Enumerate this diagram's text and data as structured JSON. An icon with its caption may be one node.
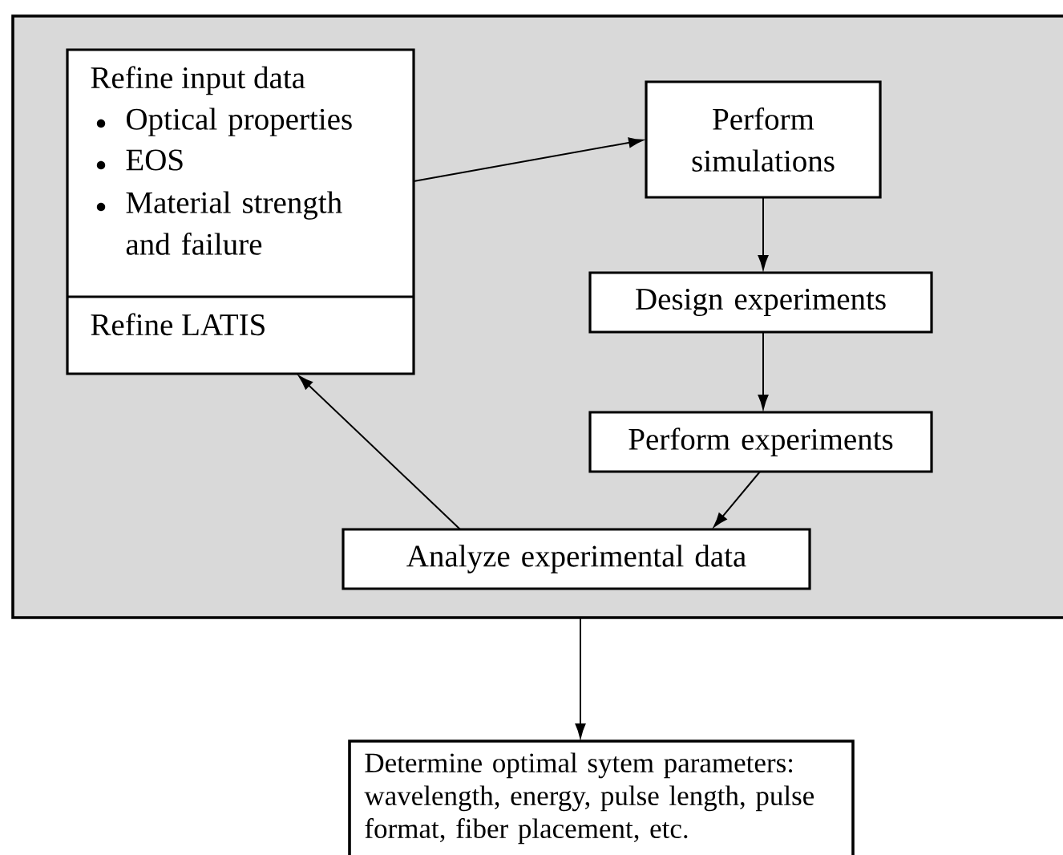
{
  "diagram": {
    "nodes": [
      {
        "text": [],
        "shape": "box"
      },
      {
        "text": [
          "Refine input data",
          "Optical properties",
          "EOS",
          "Material strength and failure",
          "Refine LATIS"
        ],
        "in": 0
      },
      {
        "text": [
          "Perform simulations"
        ],
        "in": 0
      },
      {
        "text": [
          "Design experiments"
        ],
        "in": 0
      },
      {
        "text": [
          "Perform experiments"
        ],
        "in": 0
      },
      {
        "text": [
          "Analyze experimental data"
        ],
        "in": 0
      },
      {
        "text": [
          "Determine optimal sytem parameters: wavelength, energy, pulse length, pulse format, fiber placement, etc."
        ]
      }
    ],
    "edges": [
      {
        "from": 1,
        "to": 2,
        "arrow": "to"
      },
      {
        "from": 2,
        "to": 3,
        "arrow": "to"
      },
      {
        "from": 3,
        "to": 4,
        "arrow": "to"
      },
      {
        "from": 4,
        "to": 5,
        "arrow": "to"
      },
      {
        "from": 5,
        "to": 1,
        "arrow": "to"
      },
      {
        "from": 0,
        "to": 6,
        "arrow": "to"
      }
    ]
  }
}
